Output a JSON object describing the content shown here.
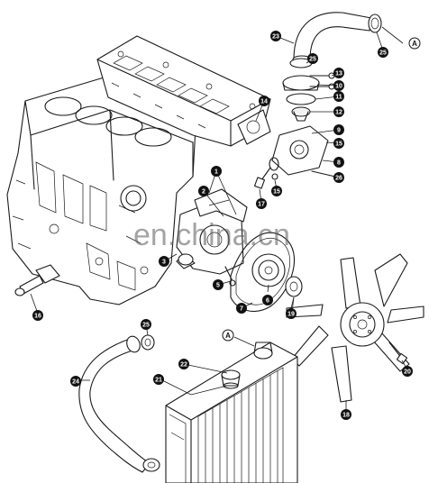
{
  "watermark": "en.china.cn",
  "reference_letter": "A",
  "callouts": [
    "1",
    "2",
    "3",
    "5",
    "6",
    "7",
    "8",
    "9",
    "10",
    "11",
    "12",
    "13",
    "14",
    "15",
    "16",
    "17",
    "18",
    "19",
    "20",
    "21",
    "22",
    "23",
    "24",
    "25",
    "26"
  ]
}
